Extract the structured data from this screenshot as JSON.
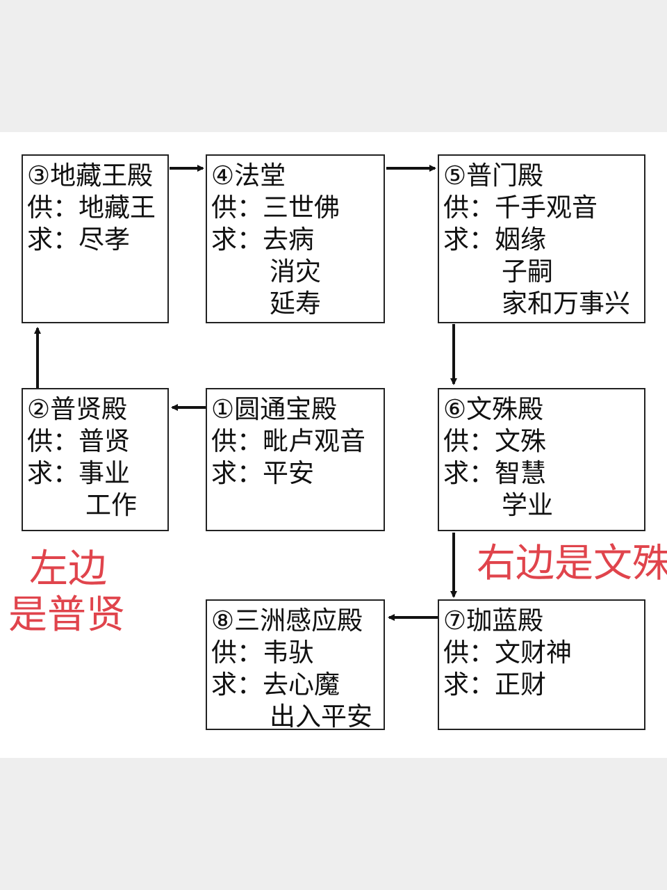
{
  "halls": [
    {
      "title": "③地藏王殿",
      "lines": [
        "供：地藏王",
        "求：尽孝"
      ],
      "extra": []
    },
    {
      "title": "④法堂",
      "lines": [
        "供：三世佛",
        "求：去病"
      ],
      "extra": [
        "消灾",
        "延寿"
      ]
    },
    {
      "title": "⑤普门殿",
      "lines": [
        "供：千手观音",
        "求：姻缘"
      ],
      "extra": [
        "子嗣",
        "家和万事兴"
      ]
    },
    {
      "title": "②普贤殿",
      "lines": [
        "供：普贤",
        "求：事业"
      ],
      "extra": [
        "工作"
      ]
    },
    {
      "title": "①圆通宝殿",
      "lines": [
        "供：毗卢观音",
        "求：平安"
      ],
      "extra": []
    },
    {
      "title": "⑥文殊殿",
      "lines": [
        "供：文殊",
        "求：智慧"
      ],
      "extra": [
        "学业"
      ]
    },
    {
      "title": "⑧三洲感应殿",
      "lines": [
        "供：韦驮",
        "求：去心魔"
      ],
      "extra": [
        "出入平安"
      ]
    },
    {
      "title": "⑦珈蓝殿",
      "lines": [
        "供：文财神",
        "求：正财"
      ],
      "extra": []
    }
  ],
  "notes": {
    "left_line1": "左边",
    "left_line2": "是普贤",
    "right": "右边是文殊"
  },
  "colors": {
    "note": "#e0444c",
    "line": "#111111"
  }
}
